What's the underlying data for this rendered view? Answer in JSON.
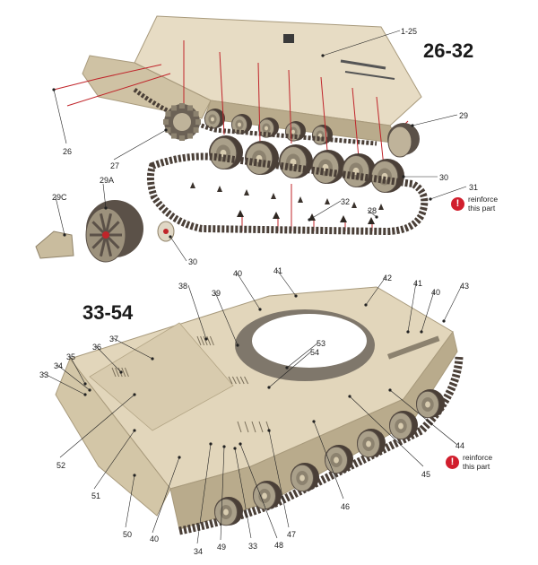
{
  "titles": {
    "top": "26-32",
    "bottom": "33-54"
  },
  "warnings": {
    "icon": "!",
    "top": {
      "line1": "reinforce",
      "line2": "this part"
    },
    "bottom": {
      "line1": "reinforce",
      "line2": "this part"
    }
  },
  "labels": {
    "l1_25": "1-25",
    "l29": "29",
    "l26": "26",
    "l27": "27",
    "l30a": "30",
    "l31": "31",
    "l32": "32",
    "l28": "28",
    "l29a": "29A",
    "l29c": "29C",
    "l30b": "30",
    "l38": "38",
    "l39": "39",
    "l40a": "40",
    "l41a": "41",
    "l42": "42",
    "l41b": "41",
    "l40b": "40",
    "l43": "43",
    "l37": "37",
    "l36": "36",
    "l35": "35",
    "l34a": "34",
    "l33a": "33",
    "l53": "53",
    "l54": "54",
    "l52": "52",
    "l51": "51",
    "l50": "50",
    "l40c": "40",
    "l34b": "34",
    "l49": "49",
    "l33b": "33",
    "l48": "48",
    "l47": "47",
    "l46": "46",
    "l45": "45",
    "l44": "44"
  },
  "colors": {
    "hull": "#d8ccb0",
    "hull_dark": "#b9ab8c",
    "track": "#4a3f37",
    "wheel": "#9c917c",
    "leader": "#c0242a",
    "warning": "#d11e2d"
  }
}
